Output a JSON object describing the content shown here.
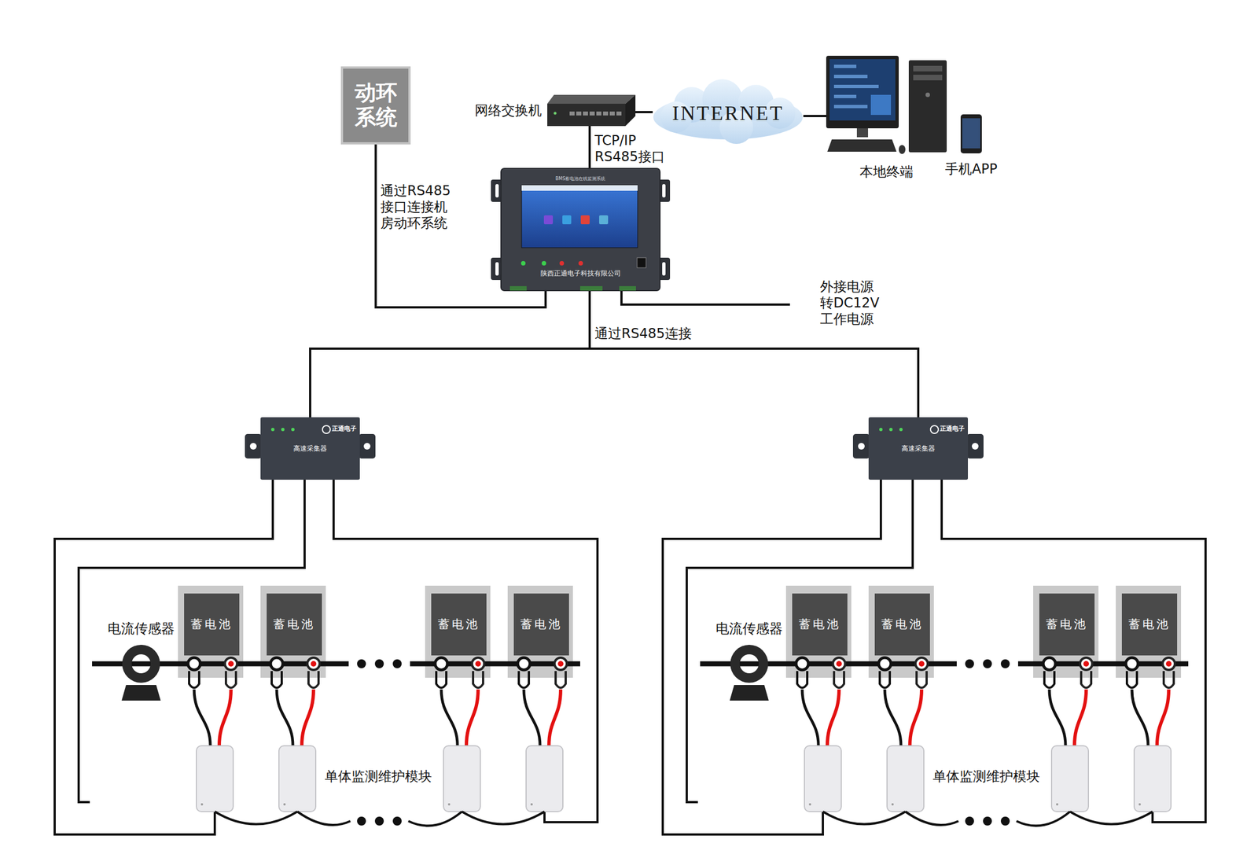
{
  "diagram": {
    "nodes": [
      {
        "text": [
          "动环 系统"
        ]
      },
      {
        "text": [
          "网络交换机"
        ]
      },
      {
        "text": [
          "INTERNET"
        ]
      },
      {
        "text": [
          "本地终端"
        ]
      },
      {
        "text": [
          "手机APP"
        ]
      },
      {
        "text": [
          "BMS蓄电池在线监测系统",
          "陕西正通电子科技有限公司"
        ]
      },
      {
        "text": [
          "高速采集器",
          "正通电子"
        ]
      },
      {
        "text": [
          "电流传感器"
        ]
      },
      {
        "text": [
          "蓄电池"
        ]
      },
      {
        "text": [
          "蓄电池"
        ]
      },
      {
        "text": [
          "蓄电池"
        ]
      },
      {
        "text": [
          "蓄电池"
        ]
      },
      {
        "text": [
          "高速采集器",
          "正通电子"
        ]
      },
      {
        "text": [
          "电流传感器"
        ]
      },
      {
        "text": [
          "蓄电池"
        ]
      },
      {
        "text": [
          "蓄电池"
        ]
      },
      {
        "text": [
          "蓄电池"
        ]
      },
      {
        "text": [
          "蓄电池"
        ]
      }
    ],
    "edges": [
      {
        "from": 0,
        "to": 5,
        "label": "通过RS485 接口连接机 房动环系统",
        "arrow": "none"
      },
      {
        "from": 1,
        "to": 5,
        "label": "TCP/IP RS485接口",
        "arrow": "none"
      },
      {
        "from": 1,
        "to": 2,
        "arrow": "none"
      },
      {
        "from": 2,
        "to": 3,
        "arrow": "none"
      },
      {
        "from": 5,
        "to": 6,
        "label": "通过RS485连接",
        "arrow": "none"
      },
      {
        "from": 5,
        "to": 12,
        "arrow": "none"
      }
    ],
    "labels": [
      "外接电源 转DC12V 工作电源",
      "单体监测维护模块",
      "单体监测维护模块"
    ]
  }
}
